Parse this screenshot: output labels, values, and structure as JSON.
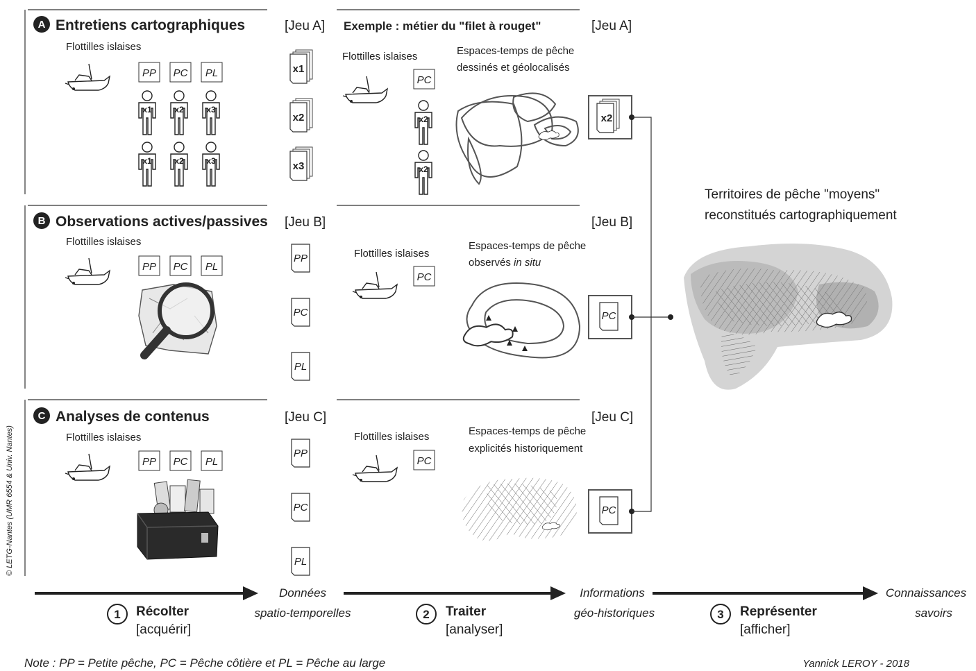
{
  "sections": [
    {
      "letter": "A",
      "title": "Entretiens cartographiques",
      "jeu": "[Jeu A]",
      "subtitle": "Flottilles islaises",
      "tags": [
        "PP",
        "PC",
        "PL"
      ]
    },
    {
      "letter": "B",
      "title": "Observations actives/passives",
      "jeu": "[Jeu B]",
      "subtitle": "Flottilles islaises",
      "tags": [
        "PP",
        "PC",
        "PL"
      ]
    },
    {
      "letter": "C",
      "title": "Analyses de contenus",
      "jeu": "[Jeu C]",
      "subtitle": "Flottilles islaises",
      "tags": [
        "PP",
        "PC",
        "PL"
      ]
    }
  ],
  "people_counts": [
    "x1",
    "x2",
    "x3"
  ],
  "doc_stacks_a": [
    "x1",
    "x2",
    "x3"
  ],
  "doc_b": [
    "PP",
    "PC",
    "PL"
  ],
  "doc_c": [
    "PP",
    "PC",
    "PL"
  ],
  "middle": {
    "a_title": "Exemple : métier du \"filet à rouget\"",
    "a_jeu": "[Jeu A]",
    "a_flottilles": "Flottilles islaises",
    "a_tag": "PC",
    "a_people": "x2",
    "a_caption_1": "Espaces-temps de pêche",
    "a_caption_2": "dessinés et géolocalisés",
    "b_jeu": "[Jeu B]",
    "b_flottilles": "Flottilles islaises",
    "b_tag": "PC",
    "b_caption_1": "Espaces-temps de pêche",
    "b_caption_2": "observés ",
    "b_caption_2_it": "in situ",
    "c_jeu": "[Jeu C]",
    "c_flottilles": "Flottilles islaises",
    "c_tag": "PC",
    "c_caption_1": "Espaces-temps de pêche",
    "c_caption_2": "explicités historiquement"
  },
  "outputs": {
    "a": "x2",
    "b": "PC",
    "c": "PC"
  },
  "right": {
    "title_1": "Territoires de pêche \"moyens\"",
    "title_2": "reconstitués cartographiquement"
  },
  "steps": [
    {
      "num": "1",
      "verb": "Récolter",
      "sub": "[acquérir]"
    },
    {
      "num": "2",
      "verb": "Traiter",
      "sub": "[analyser]"
    },
    {
      "num": "3",
      "verb": "Représenter",
      "sub": "[afficher]"
    }
  ],
  "stages": {
    "s1_a": "Données",
    "s1_b": "spatio-temporelles",
    "s2_a": "Informations",
    "s2_b": "géo-historiques",
    "s3_a": "Connaissances",
    "s3_b": "savoirs"
  },
  "note": "Note : PP = Petite pêche, PC = Pêche côtière et PL = Pêche au large",
  "author": "Yannick LEROY - 2018",
  "copyright": "© LETG-Nantes (UMR 6554 & Univ. Nantes)"
}
